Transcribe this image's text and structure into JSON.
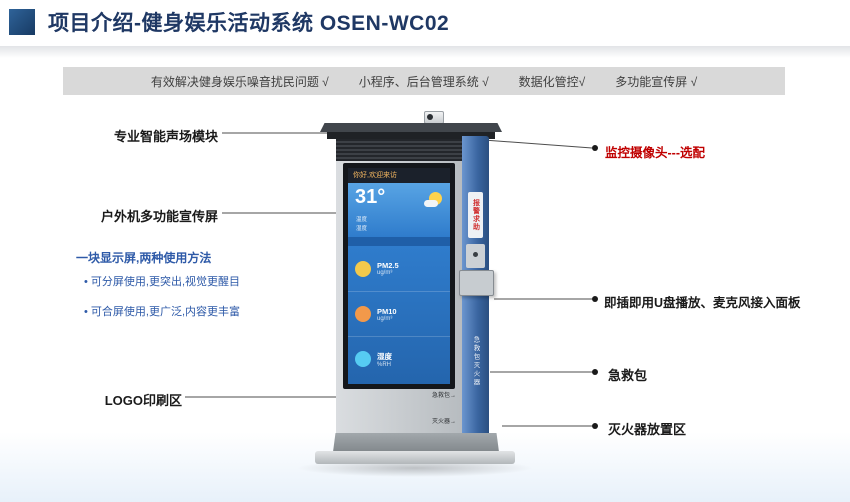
{
  "slide": {
    "title": "项目介绍-健身娱乐活动系统 OSEN-WC02"
  },
  "features_bar": {
    "items": [
      "有效解决健身娱乐噪音扰民问题 √",
      "小程序、后台管理系统 √",
      "数据化管控√",
      "多功能宣传屏 √"
    ]
  },
  "annotations": {
    "left": {
      "sound_module": "专业智能声场模块",
      "outdoor_screen": "户外机多功能宣传屏",
      "usage_title": "一块显示屏,两种使用方法",
      "usage_bullets": [
        "可分屏使用,更突出,视觉更醒目",
        "可合屏使用,更广泛,内容更丰富"
      ],
      "logo_area": "LOGO印刷区"
    },
    "right": {
      "camera": "监控摄像头---选配",
      "usb_panel": "即插即用U盘播放、麦克风接入面板",
      "first_aid": "急救包",
      "extinguisher": "灭火器放置区"
    }
  },
  "device": {
    "screen": {
      "greeting": "你好,欢迎来访",
      "temperature": "31°",
      "weather_sub1": "温度",
      "weather_sub2": "湿度",
      "items": [
        {
          "label": "PM2.5",
          "unit": "ug/m³"
        },
        {
          "label": "PM10",
          "unit": "ug/m³"
        },
        {
          "label": "湿度",
          "unit": "%RH"
        }
      ]
    },
    "side_panel": {
      "alarm_label": "报警求助",
      "storage_label": "急救包灭火器"
    },
    "base": {
      "first_aid_tag": "急救包→",
      "extinguisher_tag": "灭火器→"
    }
  },
  "colors": {
    "title_blue": "#1f3864",
    "accent_blue": "#2e5aa8",
    "alert_red": "#c00000",
    "bar_gray": "#d9d9d9",
    "panel_blue": "#39649f",
    "screen_blue": "#2f7ccc"
  }
}
